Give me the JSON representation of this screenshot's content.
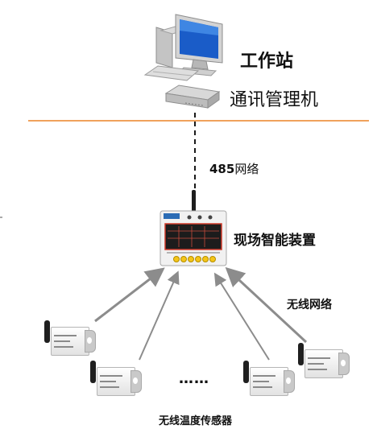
{
  "nodes": {
    "workstation": "工作站",
    "comm_manager": "通讯管理机",
    "smart_device": "现场智能装置",
    "sensors": "无线温度传感器"
  },
  "links": {
    "rs485_prefix": "485",
    "rs485_suffix": "网络",
    "wireless": "无线网络"
  },
  "ellipsis": "……"
}
